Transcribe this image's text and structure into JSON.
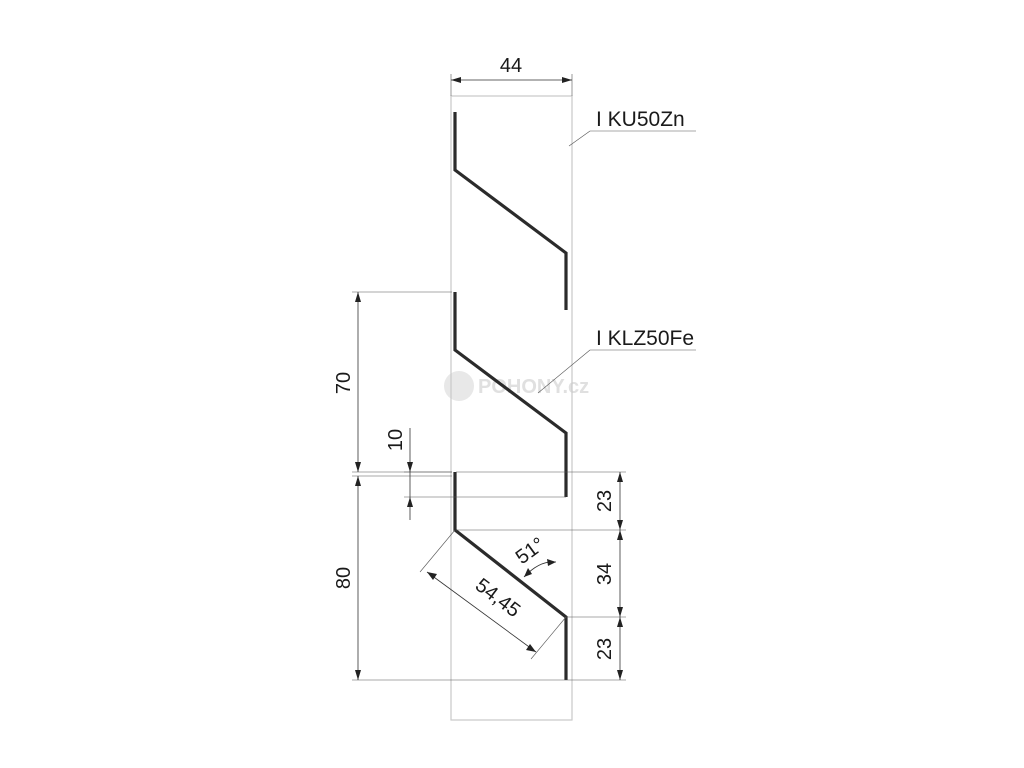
{
  "dimensions": {
    "width": "44",
    "pitch_upper": "70",
    "overlap": "10",
    "pitch_lower": "80",
    "segment_top": "23",
    "segment_middle": "34",
    "segment_bottom": "23",
    "angle": "51°",
    "slant_length": "54,45"
  },
  "labels": {
    "frame_profile": "I KU50Zn",
    "blade_profile": "I KLZ50Fe"
  },
  "watermark": {
    "text": "POHONY.cz"
  }
}
